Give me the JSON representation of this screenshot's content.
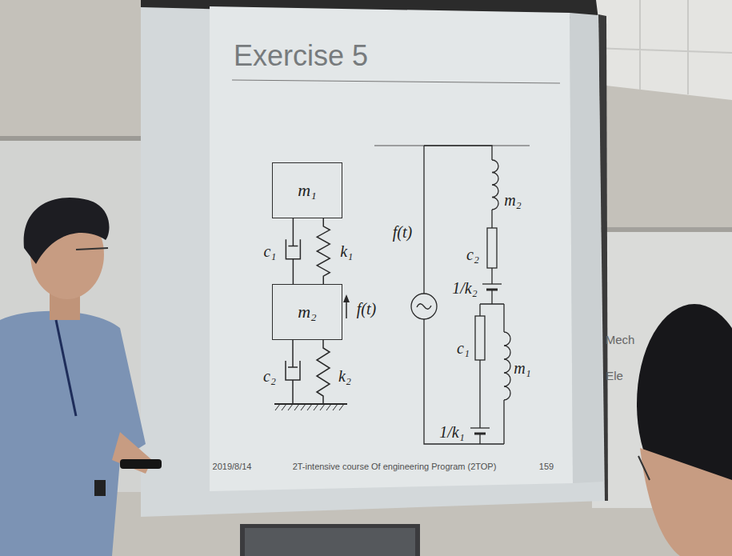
{
  "diagram": {
    "title": "Exercise 5",
    "nodes": [
      {
        "text": [
          "m₁"
        ]
      },
      {
        "text": [
          "m₂"
        ]
      }
    ],
    "edges": [
      {
        "from": 0,
        "to": 1,
        "arrow": "none",
        "label": "c₁"
      },
      {
        "from": 0,
        "to": 1,
        "arrow": "none",
        "label": "k₁"
      }
    ],
    "labels": [
      "f(t)",
      "c₂",
      "k₂",
      "f(t)",
      "m₂",
      "c₂",
      "1/k₂",
      "c₁",
      "m₁",
      "1/k₁",
      "2019/8/14",
      "2T-intensive course Of engineering Program (2TOP)",
      "159",
      "Mech",
      "Ele"
    ]
  }
}
